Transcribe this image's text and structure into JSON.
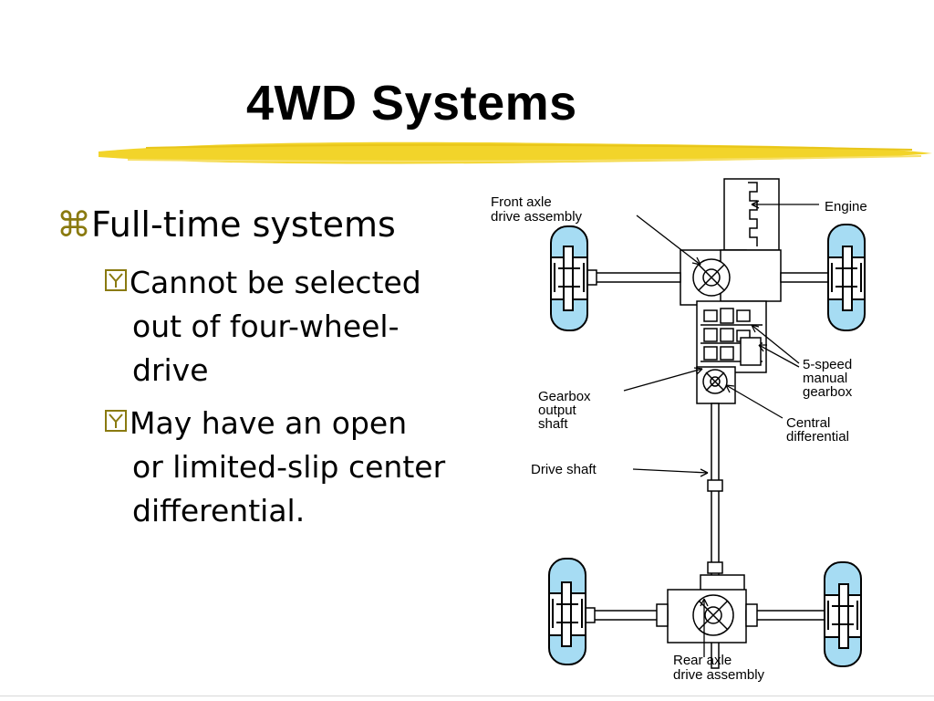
{
  "slide": {
    "title": "4WD Systems",
    "accent_color": "#f2d42a",
    "bullet_l1": {
      "icon": "command-key-icon",
      "text": "Full-time systems"
    },
    "bullets_l2": [
      {
        "icon": "y-box-icon",
        "lines": [
          "Cannot be selected",
          "out of four-wheel-",
          "drive"
        ]
      },
      {
        "icon": "y-box-icon",
        "lines": [
          "May have an open",
          "or limited-slip center",
          "differential."
        ]
      }
    ]
  },
  "diagram": {
    "wheel_color": "#a6dcf3",
    "labels": {
      "front_axle": [
        "Front axle",
        "drive assembly"
      ],
      "engine": "Engine",
      "gearbox_5speed": [
        "5-speed",
        "manual",
        "gearbox"
      ],
      "gearbox_output": [
        "Gearbox",
        "output",
        "shaft"
      ],
      "central_diff": [
        "Central",
        "differential"
      ],
      "drive_shaft": "Drive shaft",
      "rear_axle": [
        "Rear axle",
        "drive assembly"
      ]
    }
  }
}
